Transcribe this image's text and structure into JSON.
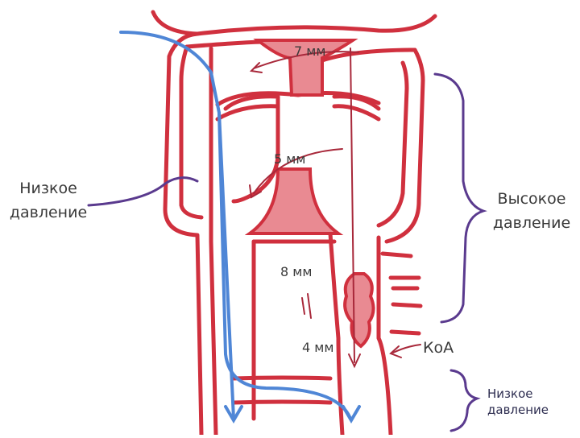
{
  "labels": {
    "mm_7": "7 мм",
    "mm_5": "5 мм",
    "mm_8": "8 мм",
    "mm_4": "4 мм",
    "low_pressure_left_1": "Низкое",
    "low_pressure_left_2": "давление",
    "high_pressure_1": "Высокое",
    "high_pressure_2": "давление",
    "coarctation": "КоА",
    "low_pressure_bottom_1": "Низкое",
    "low_pressure_bottom_2": "давление"
  },
  "colors": {
    "vessel_red": "#d0303e",
    "vessel_fill": "#e98a92",
    "vein_blue": "#4f86d6",
    "bracket_purple": "#5a3a8e",
    "arrow_red": "#a8283a",
    "text": "#3a3a3a"
  }
}
